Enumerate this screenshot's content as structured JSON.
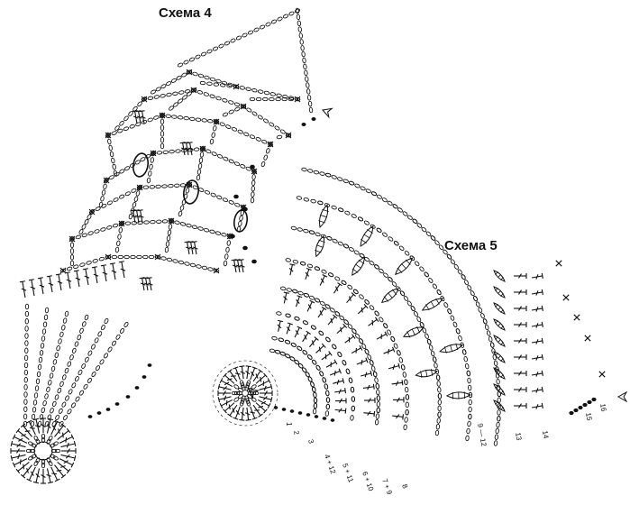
{
  "titles": {
    "scheme4": "Схема 4",
    "scheme5": "Схема 5"
  },
  "row_numbers_scheme5": [
    "1",
    "2",
    "3",
    "4 + 12",
    "5 + 11",
    "6 + 10",
    "7 + 9",
    "8",
    "9 — 12",
    "13",
    "14",
    "15",
    "16"
  ],
  "colors": {
    "ink": "#111111",
    "background": "#ffffff"
  },
  "icons": [
    "chain-stitch-oval",
    "single-crochet-cross",
    "double-crochet-tall-t",
    "slip-stitch-dot",
    "start-arrow"
  ]
}
